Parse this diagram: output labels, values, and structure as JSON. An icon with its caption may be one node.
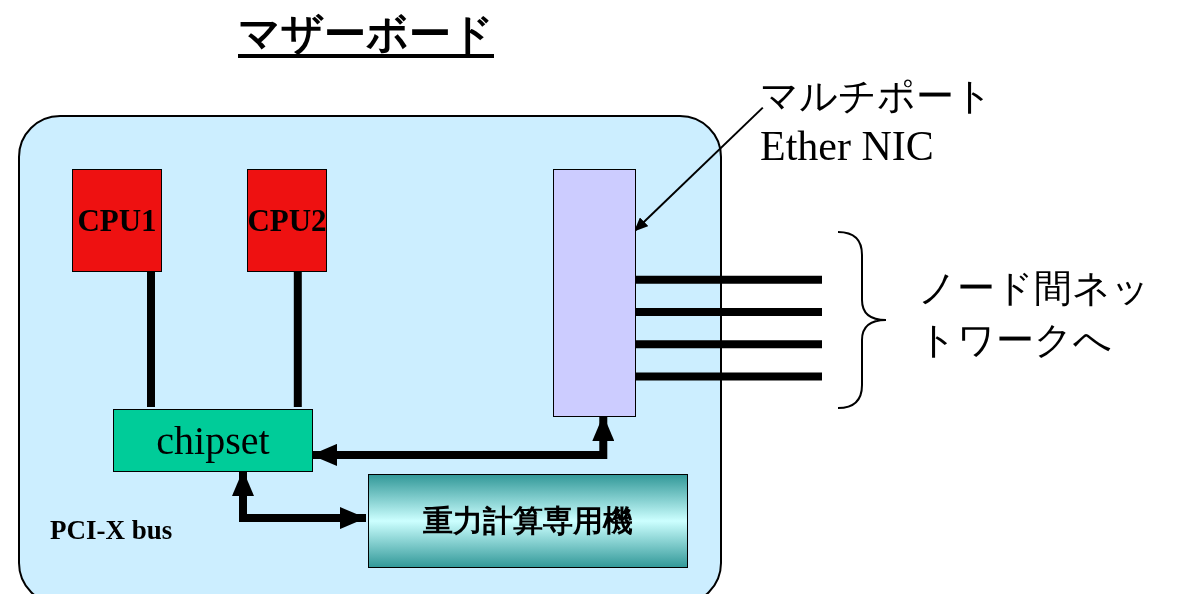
{
  "diagram": {
    "title": "マザーボード",
    "nodes": [
      {
        "text": [],
        "shape": "box"
      },
      {
        "text": [
          "CPU1"
        ],
        "in": 0
      },
      {
        "text": [
          "CPU2"
        ],
        "in": 0
      },
      {
        "text": [],
        "shape": "box",
        "in": 0
      },
      {
        "text": [
          "chipset"
        ],
        "in": 0
      },
      {
        "text": [
          "重力計算専用機"
        ],
        "in": 0
      },
      {
        "text": [
          "マルチポート",
          "Ether NIC"
        ]
      }
    ],
    "edges": [
      {
        "from": 1,
        "to": 4,
        "arrow": "none"
      },
      {
        "from": 2,
        "to": 4,
        "arrow": "none"
      },
      {
        "from": 4,
        "to": 3,
        "arrow": "both"
      },
      {
        "from": 4,
        "to": 5,
        "arrow": "both"
      },
      {
        "from": 6,
        "to": 3,
        "arrow": "to"
      },
      {
        "from": 3,
        "to": null,
        "arrow": "none"
      },
      {
        "from": 3,
        "to": null,
        "arrow": "none"
      },
      {
        "from": 3,
        "to": null,
        "arrow": "none"
      },
      {
        "from": 3,
        "to": null,
        "arrow": "none"
      }
    ],
    "labels": [
      "ノード間ネットワークへ",
      "PCI-X bus"
    ]
  }
}
